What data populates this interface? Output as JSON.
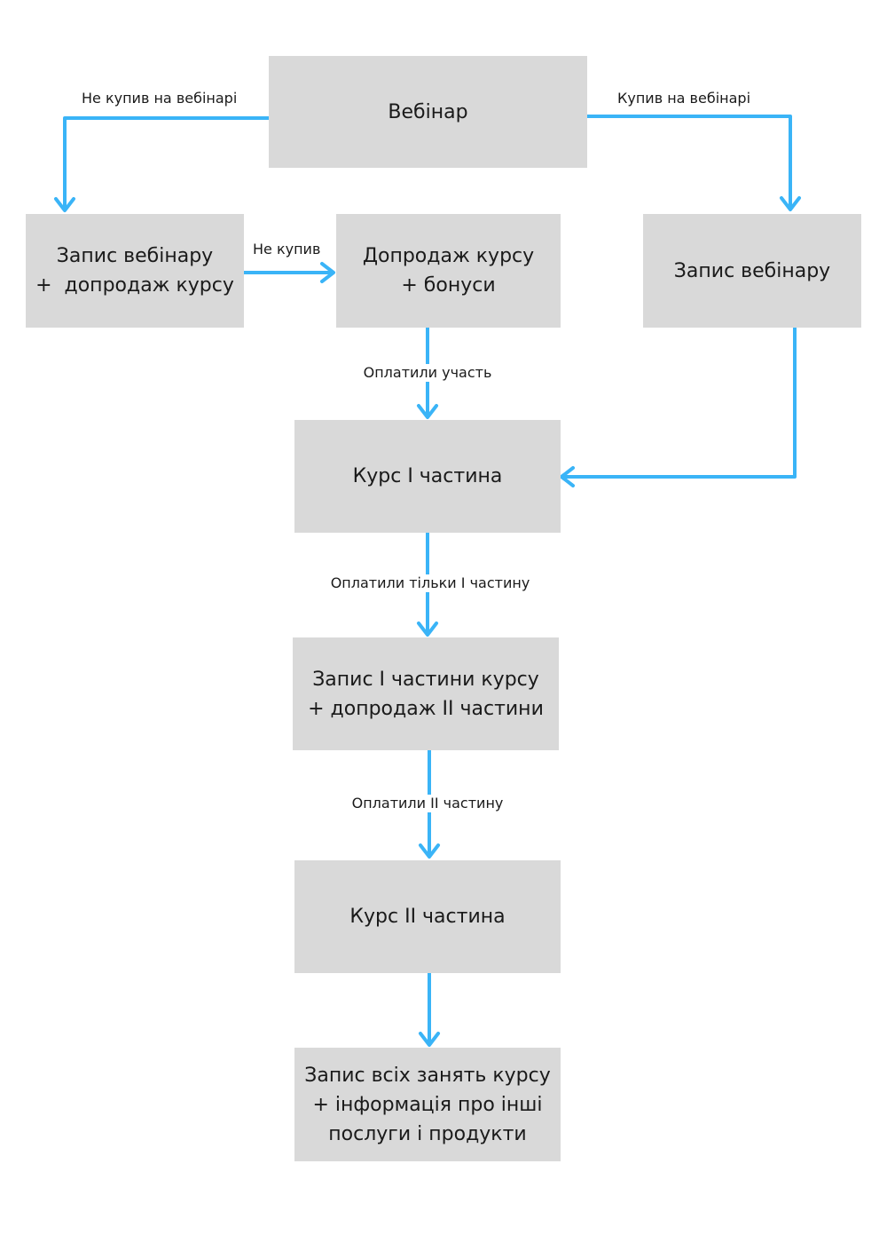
{
  "colors": {
    "node_fill": "#d9d9d9",
    "arrow": "#3ab4f7",
    "text": "#1a1a1a"
  },
  "nodes": {
    "webinar": [
      "Вебінар"
    ],
    "recording_upsell": [
      "Запис вебінару",
      "+  допродаж курсу"
    ],
    "upsell_bonuses": [
      "Допродаж курсу",
      "+ бонуси"
    ],
    "recording": [
      "Запис вебінару"
    ],
    "course_part1": [
      "Курс I частина"
    ],
    "recording_part1": [
      "Запис I частини курсу",
      "+ допродаж II частини"
    ],
    "course_part2": [
      "Курс II частина"
    ],
    "all_recordings": [
      "Запис всіх занять курсу",
      "+ інформація про інші",
      "послуги і продукти"
    ]
  },
  "edges": {
    "not_bought_webinar": "Не купив на вебінарі",
    "bought_webinar": "Купив на вебінарі",
    "not_bought": "Не купив",
    "paid_participation": "Оплатили участь",
    "paid_part1_only": "Оплатили тільки I частину",
    "paid_part2": "Оплатили II частину"
  }
}
